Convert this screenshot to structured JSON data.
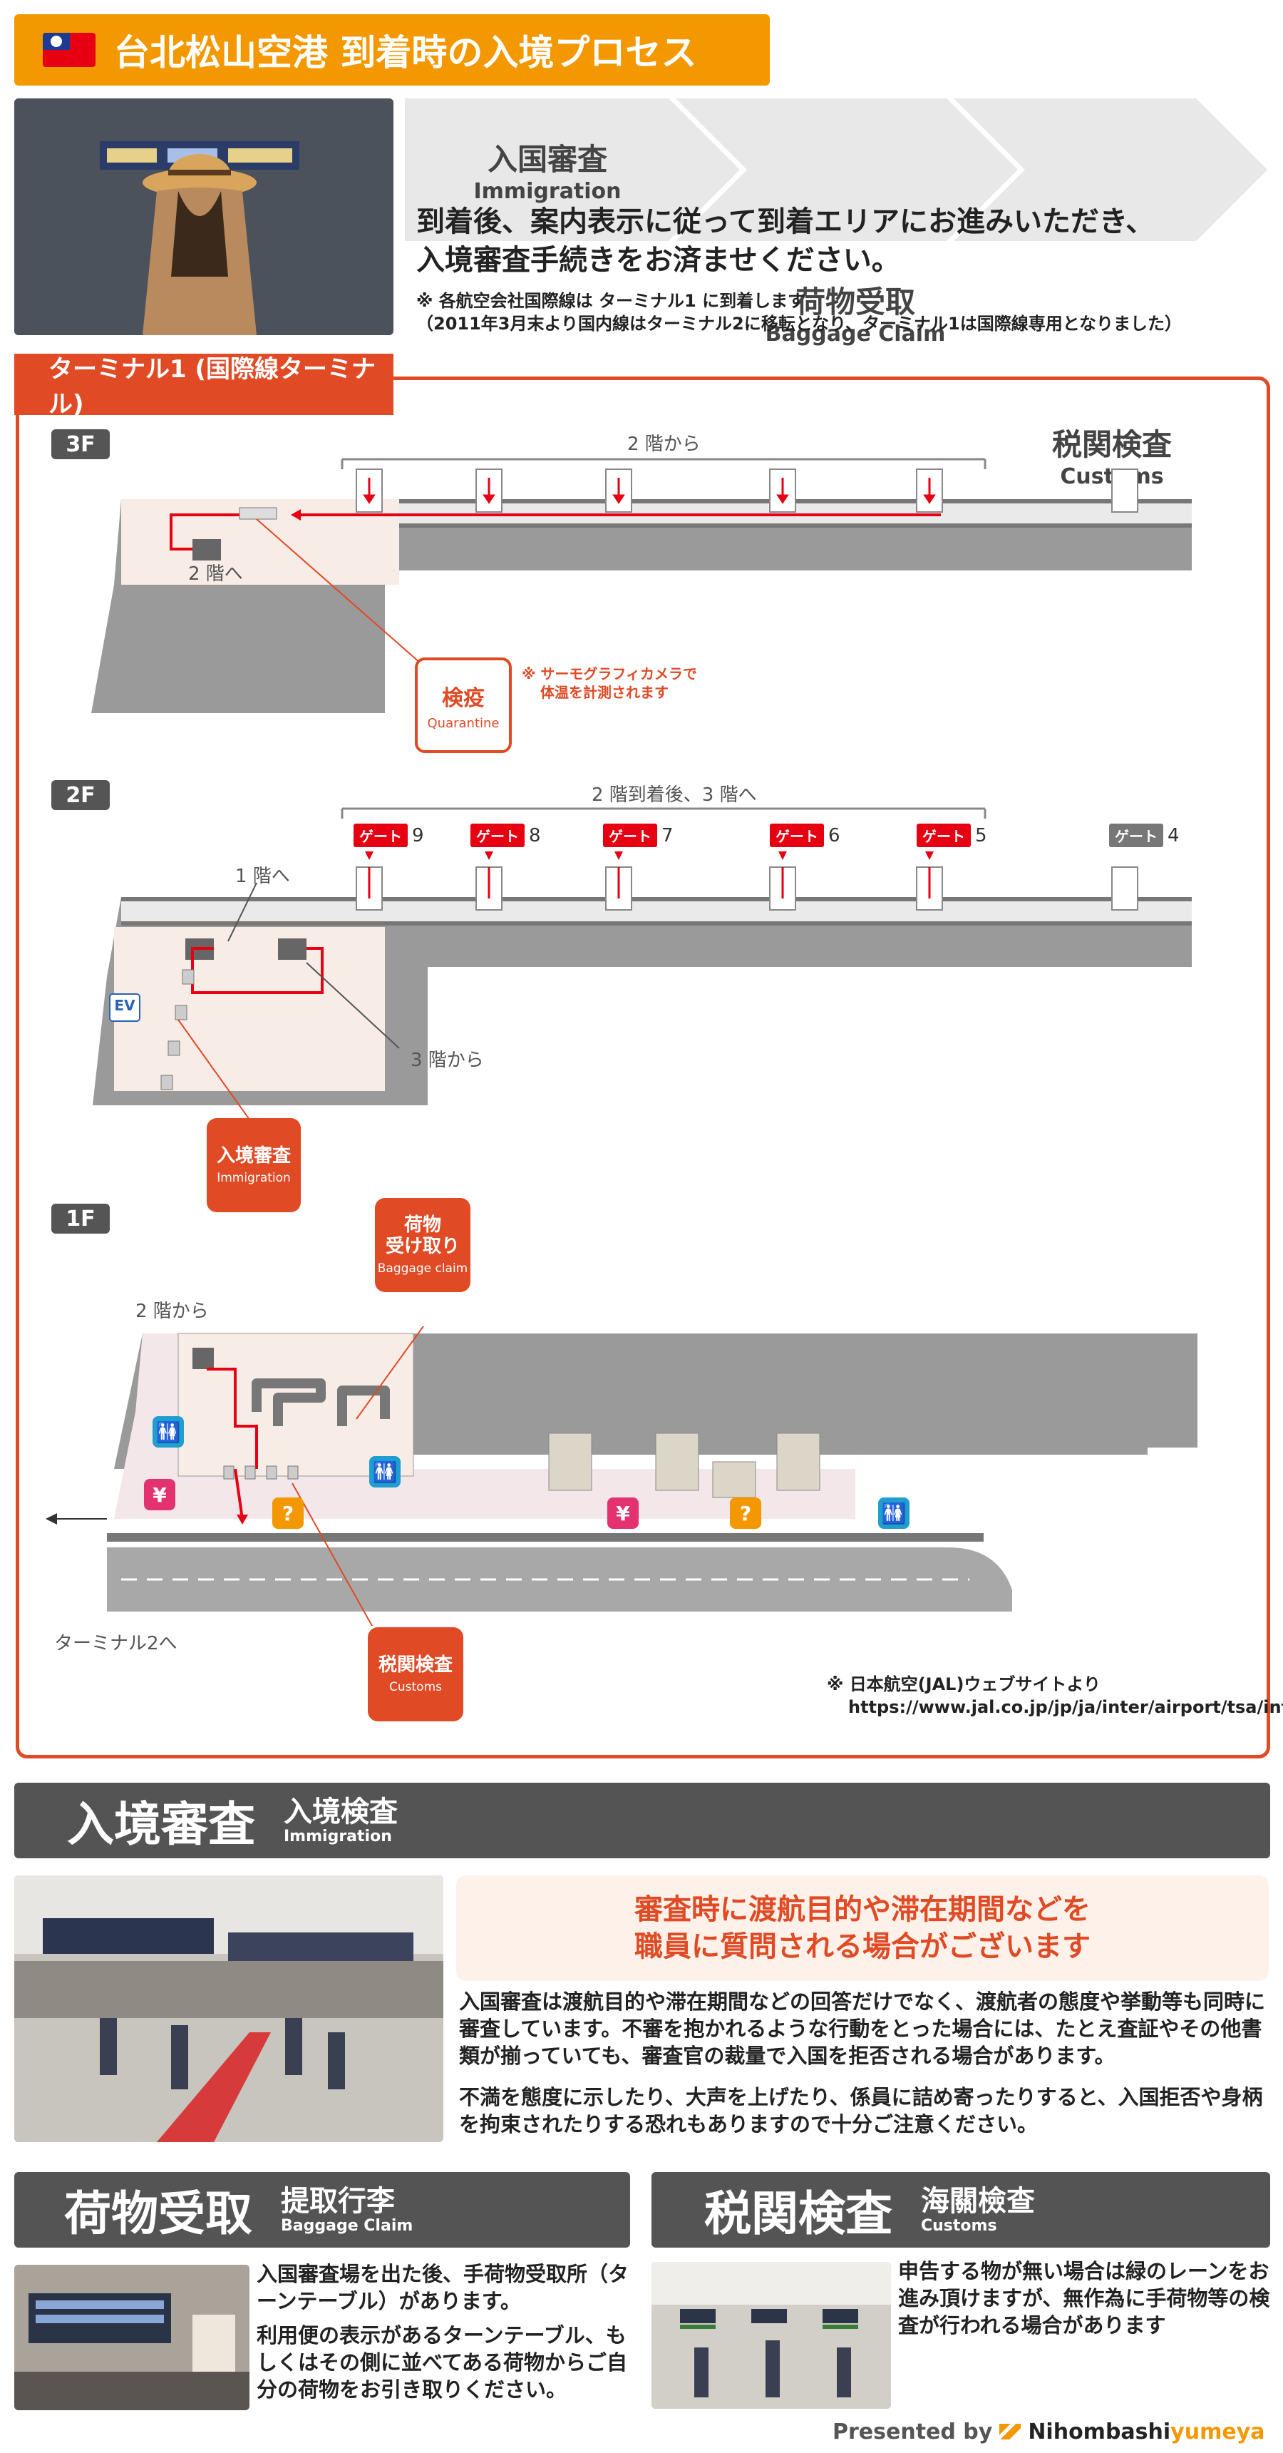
{
  "header": {
    "title": "台北松山空港 到着時の入境プロセス",
    "flag_icon": "taiwan-flag-icon"
  },
  "process_steps": [
    {
      "jp": "入国審査",
      "en": "Immigration"
    },
    {
      "jp": "荷物受取",
      "en": "Baggage Claim"
    },
    {
      "jp": "税関検査",
      "en": "Customs"
    }
  ],
  "intro": {
    "lead_line1": "到着後、案内表示に従って到着エリアにお進みいただき、",
    "lead_line2": "入境審査手続きをお済ませください。",
    "note_line1": "※ 各航空会社国際線は ターミナル1 に到着します",
    "note_line2": "（2011年3月末より国内線はターミナル2に移転となり、ターミナル1は国際線専用となりました）"
  },
  "terminal": {
    "tab_label": "ターミナル1 (国際線ターミナル)",
    "floor_3f": {
      "tag": "3F",
      "from_label": "2 階から",
      "to_label": "2 階へ",
      "quarantine_jp": "検疫",
      "quarantine_en": "Quarantine",
      "thermo_note_line1": "※ サーモグラフィカメラで",
      "thermo_note_line2": "体温を計測されます"
    },
    "floor_2f": {
      "tag": "2F",
      "top_label": "2 階到着後、3 階へ",
      "to_1f_label": "1 階へ",
      "from_3f_label": "3 階から",
      "ev_label": "EV",
      "gate_tag": "ゲート",
      "gates": [
        "9",
        "8",
        "7",
        "6",
        "5",
        "4"
      ],
      "immigration_jp": "入境審査",
      "immigration_en": "Immigration"
    },
    "floor_1f": {
      "tag": "1F",
      "from_2f_label": "2 階から",
      "to_t2_label": "ターミナル2へ",
      "baggage_jp_line1": "荷物",
      "baggage_jp_line2": "受け取り",
      "baggage_en": "Baggage claim",
      "customs_jp": "税関検査",
      "customs_en": "Customs",
      "icons": [
        "restroom-icon",
        "currency-exchange-icon",
        "information-icon"
      ]
    },
    "source_note_line1": "※ 日本航空(JAL)ウェブサイトより",
    "source_note_line2": "https://www.jal.co.jp/jp/ja/inter/airport/tsa/info/"
  },
  "immigration_section": {
    "title": "入境審査",
    "subtitle": "入境検査",
    "subtitle_en": "Immigration",
    "warning_line1": "審査時に渡航目的や滞在期間などを",
    "warning_line2": "職員に質問される場合がございます",
    "para1": "入国審査は渡航目的や滞在期間などの回答だけでなく、渡航者の態度や挙動等も同時に審査しています。不審を抱かれるような行動をとった場合には、たとえ査証やその他書類が揃っていても、審査官の裁量で入国を拒否される場合があります。",
    "para2": "不満を態度に示したり、大声を上げたり、係員に詰め寄ったりすると、入国拒否や身柄を拘束されたりする恐れもありますので十分ご注意ください。"
  },
  "baggage_section": {
    "title": "荷物受取",
    "subtitle": "提取行李",
    "subtitle_en": "Baggage Claim",
    "para1": "入国審査場を出た後、手荷物受取所（ターンテーブル）があります。",
    "para2": "利用便の表示があるターンテーブル、もしくはその側に並べてある荷物からご自分の荷物をお引き取りください。"
  },
  "customs_section": {
    "title": "税関検査",
    "subtitle": "海關檢查",
    "subtitle_en": "Customs",
    "para1": "申告する物が無い場合は緑のレーンをお進み頂けますが、無作為に手荷物等の検査が行われる場合があります"
  },
  "footer": {
    "presented_by": "Presented by",
    "brand_a": "Nihombashi",
    "brand_b": "yumeya"
  },
  "colors": {
    "accent_orange": "#f39800",
    "accent_red": "#e04a25",
    "section_grey": "#545454"
  }
}
